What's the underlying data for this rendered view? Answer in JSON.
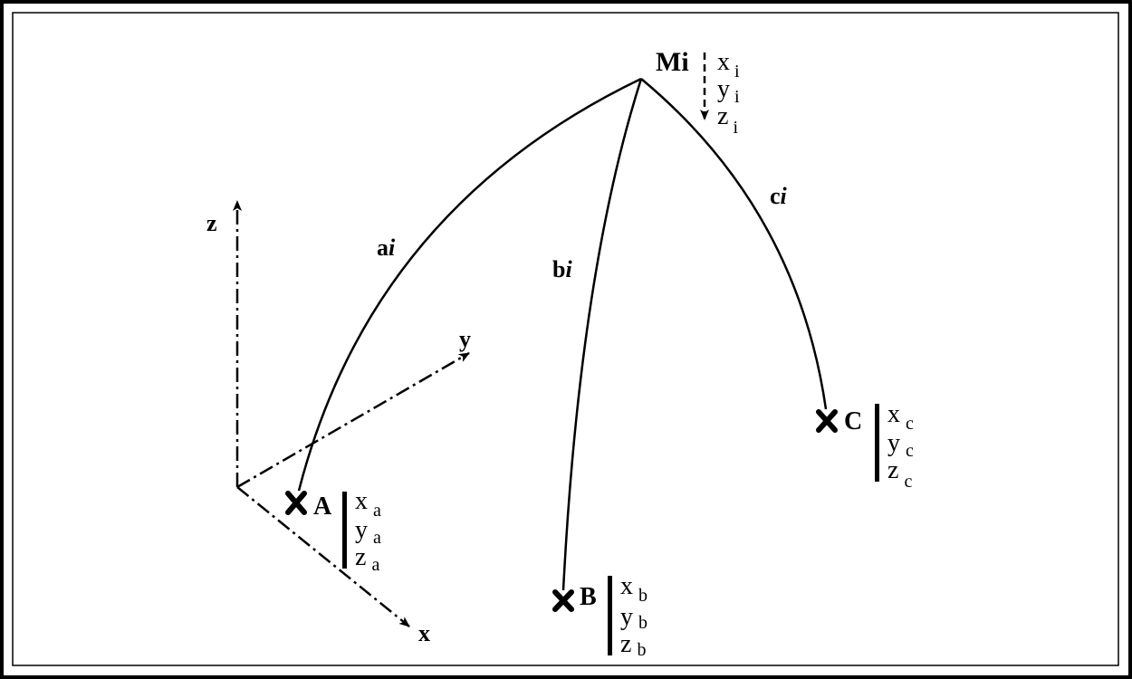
{
  "axes": {
    "x_label": "x",
    "y_label": "y",
    "z_label": "z"
  },
  "point_m": {
    "label": "Mi",
    "coords": [
      {
        "base": "x",
        "sub": "i"
      },
      {
        "base": "y",
        "sub": "i"
      },
      {
        "base": "z",
        "sub": "i"
      }
    ]
  },
  "point_a": {
    "label": "A",
    "coords": [
      {
        "base": "x",
        "sub": "a"
      },
      {
        "base": "y",
        "sub": "a"
      },
      {
        "base": "z",
        "sub": "a"
      }
    ]
  },
  "point_b": {
    "label": "B",
    "coords": [
      {
        "base": "x",
        "sub": "b"
      },
      {
        "base": "y",
        "sub": "b"
      },
      {
        "base": "z",
        "sub": "b"
      }
    ]
  },
  "point_c": {
    "label": "C",
    "coords": [
      {
        "base": "x",
        "sub": "c"
      },
      {
        "base": "y",
        "sub": "c"
      },
      {
        "base": "z",
        "sub": "c"
      }
    ]
  },
  "ranges": {
    "a": {
      "base": "a",
      "suffix": "i"
    },
    "b": {
      "base": "b",
      "suffix": "i"
    },
    "c": {
      "base": "c",
      "suffix": "i"
    }
  }
}
